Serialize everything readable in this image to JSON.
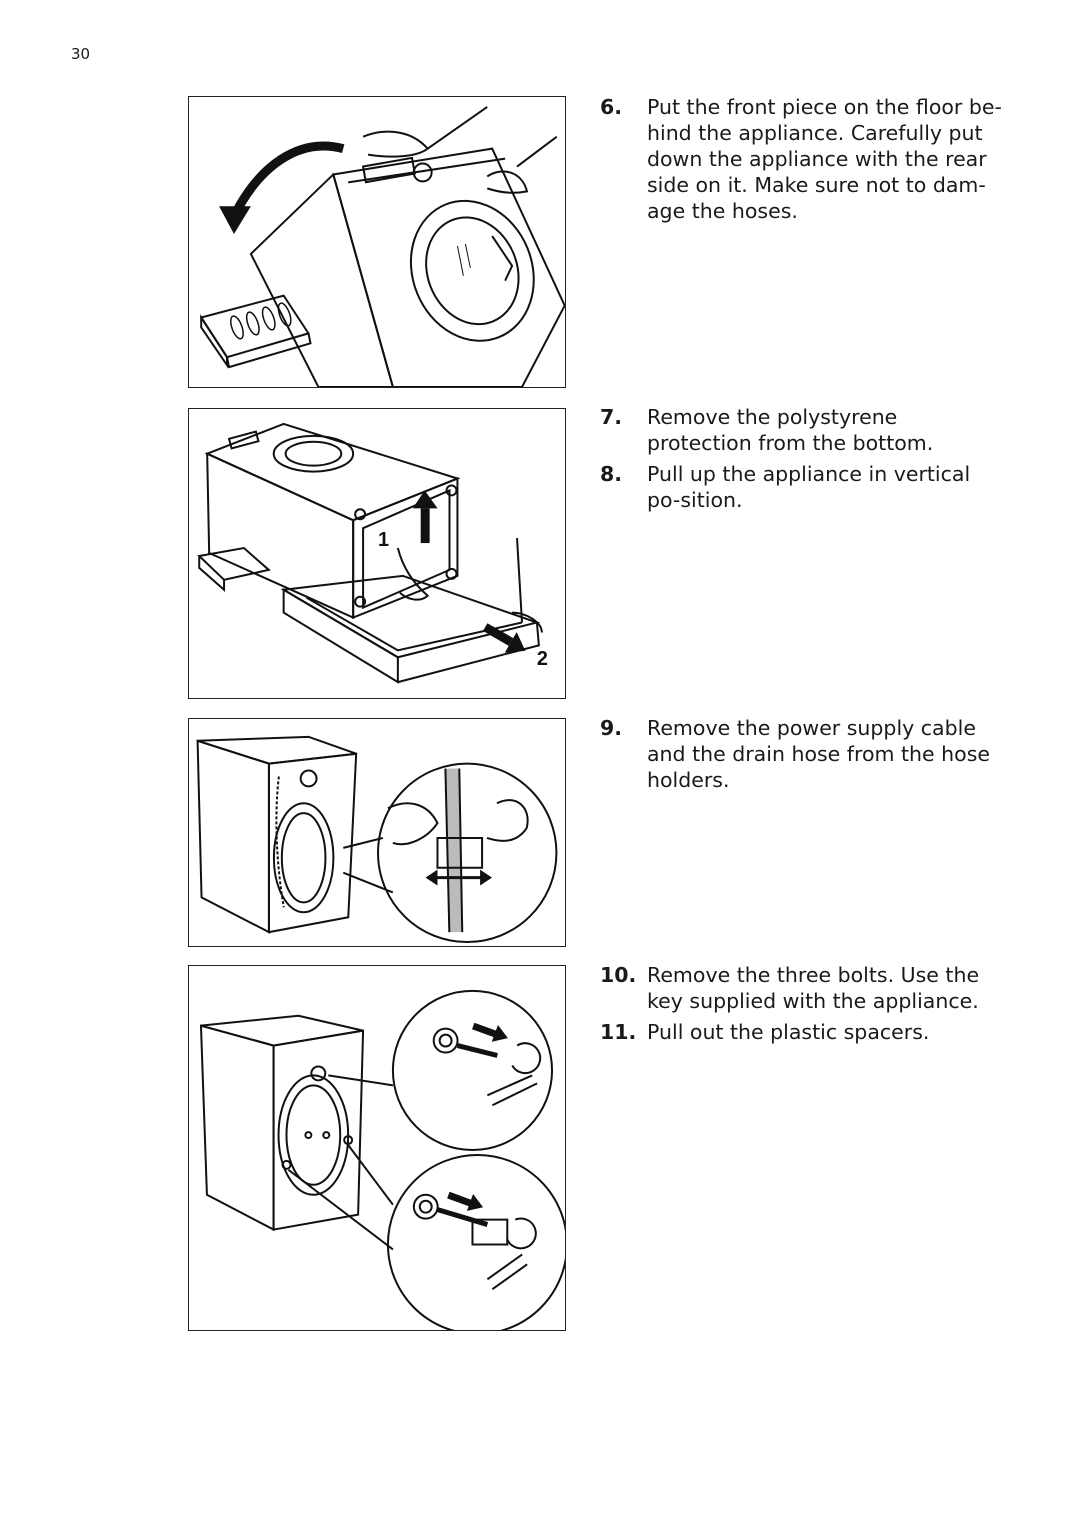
{
  "page": {
    "number": "30"
  },
  "figures": {
    "fig2": {
      "label_1": "1",
      "label_2": "2"
    }
  },
  "steps": [
    {
      "num": "6.",
      "text": "Put the front piece on the floor be-hind the appliance. Carefully put down the appliance with the rear side on it. Make sure not to dam-age the hoses."
    },
    {
      "num": "7.",
      "text": "Remove the polystyrene protection from the bottom."
    },
    {
      "num": "8.",
      "text": "Pull up the appliance in vertical po-sition."
    },
    {
      "num": "9.",
      "text": "Remove the power supply cable and the drain hose from the hose holders."
    },
    {
      "num": "10.",
      "text": "Remove the three bolts. Use the key supplied with the appliance."
    },
    {
      "num": "11.",
      "text": "Pull out the plastic spacers."
    }
  ]
}
